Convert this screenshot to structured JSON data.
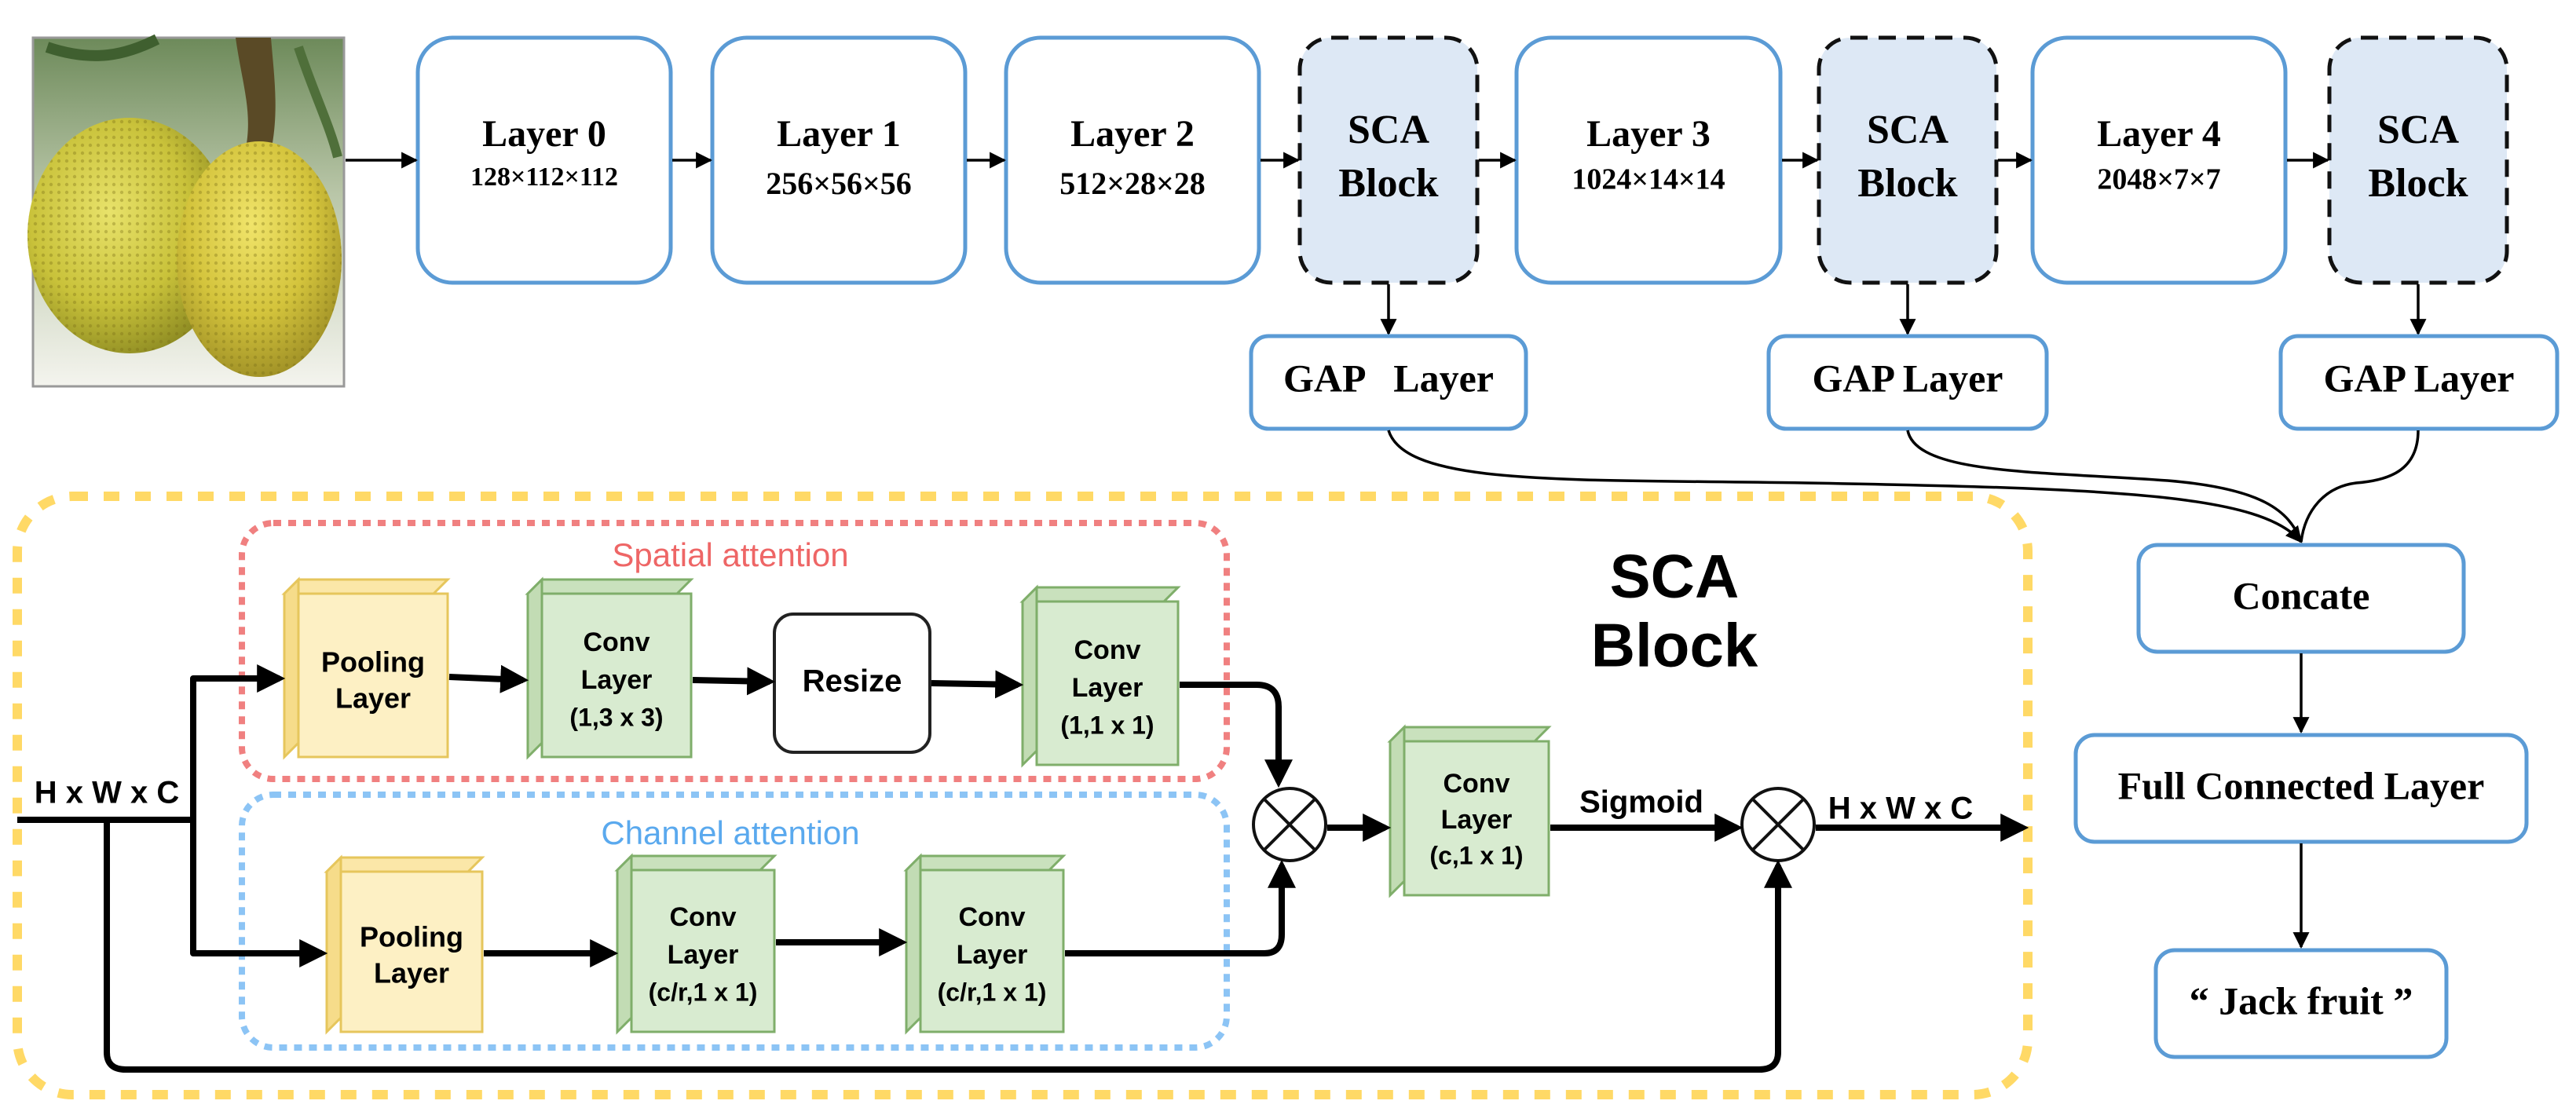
{
  "backbone": {
    "layer0": {
      "name": "Layer  0",
      "dims": "128×112×112"
    },
    "layer1": {
      "name": "Layer  1",
      "dims": "256×56×56"
    },
    "layer2": {
      "name": "Layer  2",
      "dims": "512×28×28"
    },
    "layer3": {
      "name": "Layer  3",
      "dims": "1024×14×14"
    },
    "layer4": {
      "name": "Layer  4",
      "dims": "2048×7×7"
    },
    "sca1": {
      "line1": "SCA",
      "line2": "Block"
    },
    "sca2": {
      "line1": "SCA",
      "line2": "Block"
    },
    "sca3": {
      "line1": "SCA",
      "line2": "Block"
    }
  },
  "gap": {
    "gap1": "GAP   Layer",
    "gap2": "GAP Layer",
    "gap3": "GAP Layer"
  },
  "head": {
    "concate": "Concate",
    "fc": "Full Connected Layer",
    "output": "“ Jack fruit ”"
  },
  "sca_detail": {
    "title_line1": "SCA",
    "title_line2": "Block",
    "spatial_title": "Spatial attention",
    "channel_title": "Channel attention",
    "input_label": "H x W x C",
    "output_label": "H x W x C",
    "sigmoid_label": "Sigmoid",
    "spatial_pool": {
      "line1": "Pooling",
      "line2": "Layer"
    },
    "spatial_conv1": {
      "line1": "Conv",
      "line2": "Layer",
      "line3": "(1,3 x 3)"
    },
    "resize": "Resize",
    "spatial_conv2": {
      "line1": "Conv",
      "line2": "Layer",
      "line3": "(1,1 x 1)"
    },
    "channel_pool": {
      "line1": "Pooling",
      "line2": "Layer"
    },
    "channel_conv1": {
      "line1": "Conv",
      "line2": "Layer",
      "line3": "(c/r,1 x 1)"
    },
    "channel_conv2": {
      "line1": "Conv",
      "line2": "Layer",
      "line3": "(c/r,1 x 1)"
    },
    "merge_conv": {
      "line1": "Conv",
      "line2": "Layer",
      "line3": "(c,1 x 1)"
    }
  },
  "colors": {
    "box_stroke": "#5b9bd5",
    "sca_fill": "#dde8f5",
    "dashed_outer": "#ffd966",
    "spatial_border": "#f08080",
    "spatial_text": "#ee6666",
    "channel_border": "#8cc4f5",
    "channel_text": "#5aa9ee",
    "pool_fill": "#fdf0c4",
    "pool_stroke": "#e6c65c",
    "conv_fill": "#d8ebd0",
    "conv_stroke": "#7fae6a"
  }
}
